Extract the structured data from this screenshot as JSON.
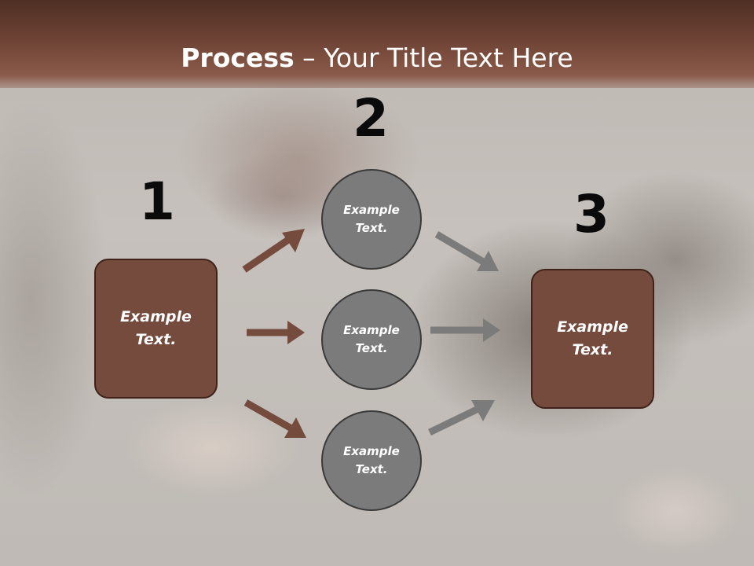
{
  "title": {
    "bold": "Process",
    "rest": " – Your Title Text Here"
  },
  "steps": {
    "one": "1",
    "two": "2",
    "three": "3"
  },
  "nodes": {
    "left_box": "Example Text.",
    "circle_top": "Example Text.",
    "circle_middle": "Example Text.",
    "circle_bottom": "Example Text.",
    "right_box": "Example Text."
  },
  "colors": {
    "banner": "#6e4335",
    "box_fill": "#744b3d",
    "circle_fill": "#7b7b7b",
    "arrow_brown": "#744b3d",
    "arrow_gray": "#7b7b7b"
  }
}
